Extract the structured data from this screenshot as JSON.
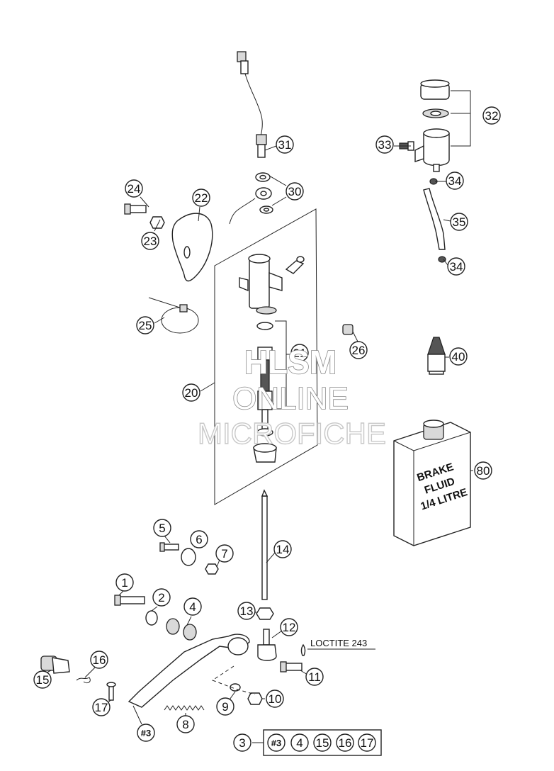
{
  "watermark": {
    "line1": "HLSM",
    "line2": "ONLINE",
    "line3": "MICROFICHE"
  },
  "note": {
    "loctite": "LOCTITE 243"
  },
  "can": {
    "line1": "BRAKE",
    "line2": "FLUID",
    "line3": "1/4 LITRE"
  },
  "kit": {
    "hash": "#3",
    "items": [
      "4",
      "15",
      "16",
      "17"
    ]
  },
  "labels": {
    "l1": "1",
    "l2": "2",
    "l3": "3",
    "l4": "4",
    "l5": "5",
    "l6": "6",
    "l7": "7",
    "l8": "8",
    "l9": "9",
    "l10": "10",
    "l11": "11",
    "l12": "12",
    "l13": "13",
    "l14": "14",
    "l15": "15",
    "l16": "16",
    "l17": "17",
    "l20": "20",
    "l21": "21",
    "l22": "22",
    "l23": "23",
    "l24": "24",
    "l25": "25",
    "l26": "26",
    "l30": "30",
    "l31": "31",
    "l32": "32",
    "l33": "33",
    "l34a": "34",
    "l34b": "34",
    "l35": "35",
    "l40": "40",
    "l80": "80",
    "hash_pedal": "#3"
  }
}
